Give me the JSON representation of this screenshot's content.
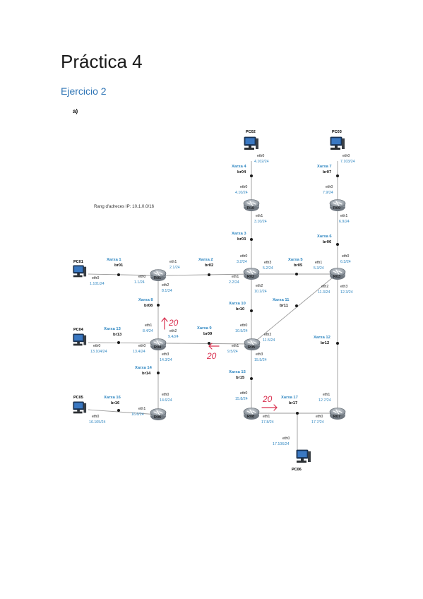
{
  "document": {
    "title": "Práctica 4",
    "subtitle": "Ejercicio 2",
    "item": "a)"
  },
  "diagram": {
    "ip_range_note": "Rang d'adreces IP: 10.1.0.0/16",
    "pcs": {
      "pc01": "PC01",
      "pc02": "PC02",
      "pc03": "PC03",
      "pc04": "PC04",
      "pc05": "PC05",
      "pc06": "PC06"
    },
    "routers": {
      "r01": "R01",
      "r02": "R02",
      "r03": "R03",
      "r04": "R04",
      "r05": "R05",
      "r06": "R06",
      "r07": "R07",
      "r08": "R08",
      "r09": "R09",
      "r10": "R10"
    },
    "networks": [
      {
        "name": "Xarxa 1",
        "bridge": "br01"
      },
      {
        "name": "Xarxa 2",
        "bridge": "br02"
      },
      {
        "name": "Xarxa 3",
        "bridge": "br03"
      },
      {
        "name": "Xarxa 4",
        "bridge": "br04"
      },
      {
        "name": "Xarxa 5",
        "bridge": "br05"
      },
      {
        "name": "Xarxa 6",
        "bridge": "br06"
      },
      {
        "name": "Xarxa 7",
        "bridge": "br07"
      },
      {
        "name": "Xarxa 8",
        "bridge": "br08"
      },
      {
        "name": "Xarxa 9",
        "bridge": "br09"
      },
      {
        "name": "Xarxa 10",
        "bridge": "br10"
      },
      {
        "name": "Xarxa 11",
        "bridge": "br11"
      },
      {
        "name": "Xarxa 12",
        "bridge": "br12"
      },
      {
        "name": "Xarxa 13",
        "bridge": "br13"
      },
      {
        "name": "Xarxa 14",
        "bridge": "br14"
      },
      {
        "name": "Xarxa 15",
        "bridge": "br15"
      },
      {
        "name": "Xarxa 16",
        "bridge": "br16"
      },
      {
        "name": "Xarxa 17",
        "bridge": "br17"
      }
    ],
    "interfaces": [
      {
        "iface": "eth0",
        "ip": "1.101/24"
      },
      {
        "iface": "eth0",
        "ip": "1.1/24"
      },
      {
        "iface": "eth1",
        "ip": "2.1/24"
      },
      {
        "iface": "eth2",
        "ip": "8.1/24"
      },
      {
        "iface": "eth1",
        "ip": "2.2/24"
      },
      {
        "iface": "eth0",
        "ip": "3.2/24"
      },
      {
        "iface": "eth3",
        "ip": "5.2/24"
      },
      {
        "iface": "eth2",
        "ip": "10.2/24"
      },
      {
        "iface": "eth1",
        "ip": "3.10/24"
      },
      {
        "iface": "eth0",
        "ip": "4.10/24"
      },
      {
        "iface": "eth0",
        "ip": "4.102/24"
      },
      {
        "iface": "eth0",
        "ip": "7.103/24"
      },
      {
        "iface": "eth0",
        "ip": "7.9/24"
      },
      {
        "iface": "eth1",
        "ip": "6.9/24"
      },
      {
        "iface": "eth0",
        "ip": "6.3/24"
      },
      {
        "iface": "eth1",
        "ip": "5.3/24"
      },
      {
        "iface": "eth2",
        "ip": "11.3/24"
      },
      {
        "iface": "eth3",
        "ip": "12.3/24"
      },
      {
        "iface": "eth1",
        "ip": "8.4/24"
      },
      {
        "iface": "eth2",
        "ip": "9.4/24"
      },
      {
        "iface": "eth0",
        "ip": "13.104/24"
      },
      {
        "iface": "eth0",
        "ip": "13.4/24"
      },
      {
        "iface": "eth3",
        "ip": "14.3/24"
      },
      {
        "iface": "eth0",
        "ip": "10.5/24"
      },
      {
        "iface": "eth2",
        "ip": "11.5/24"
      },
      {
        "iface": "eth1",
        "ip": "9.5/24"
      },
      {
        "iface": "eth3",
        "ip": "15.5/24"
      },
      {
        "iface": "eth0",
        "ip": "14.6/24"
      },
      {
        "iface": "eth1",
        "ip": "16.6/24"
      },
      {
        "iface": "eth0",
        "ip": "16.105/24"
      },
      {
        "iface": "eth0",
        "ip": "15.8/24"
      },
      {
        "iface": "eth1",
        "ip": "17.8/24"
      },
      {
        "iface": "eth1",
        "ip": "12.7/24"
      },
      {
        "iface": "eth0",
        "ip": "17.7/24"
      },
      {
        "iface": "eth0",
        "ip": "17.106/24"
      }
    ],
    "annotations": [
      "20",
      "20",
      "20"
    ],
    "colors": {
      "network_label": "#2e86c1",
      "ip_label": "#2e86c1",
      "annotation": "#d9304f",
      "router_fill": "#9aa3ad"
    }
  }
}
